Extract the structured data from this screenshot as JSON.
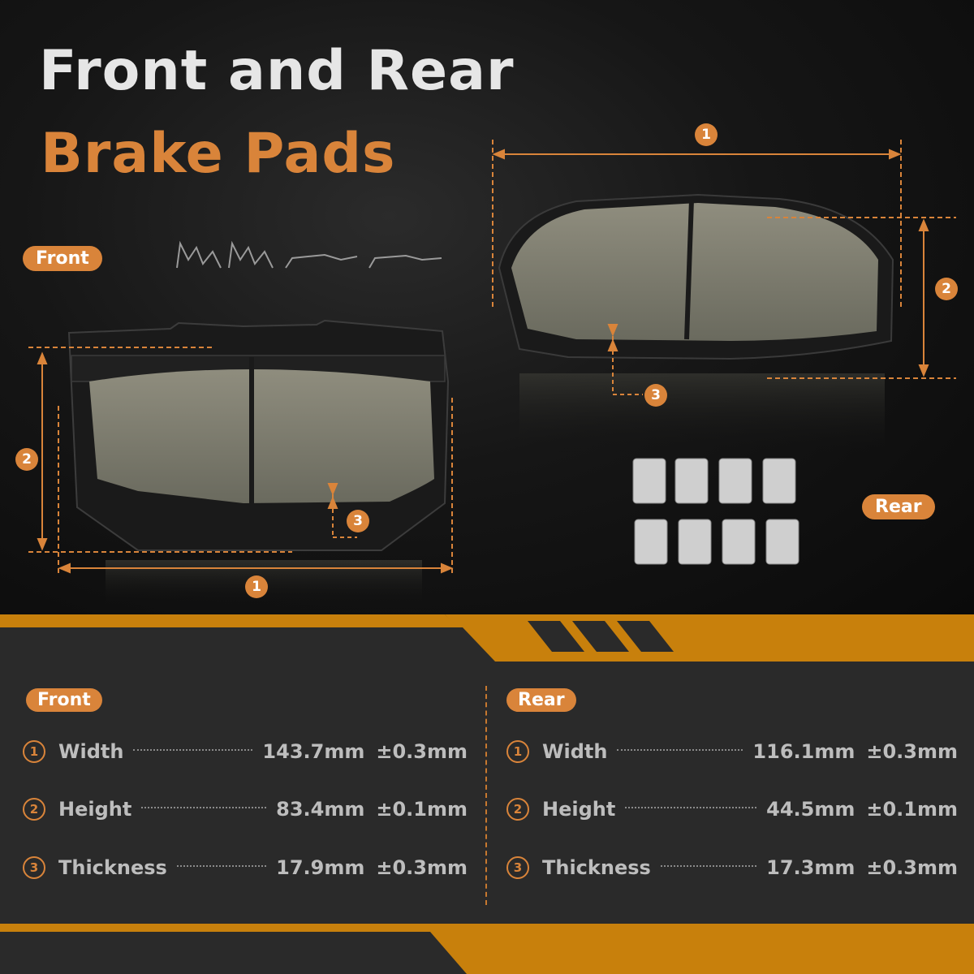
{
  "title": {
    "line1": "Front and Rear",
    "line2": "Brake Pads"
  },
  "labels": {
    "front": "Front",
    "rear": "Rear"
  },
  "markers": {
    "one": "1",
    "two": "2",
    "three": "3"
  },
  "specs": {
    "front": {
      "title": "Front",
      "rows": [
        {
          "num": "1",
          "label": "Width",
          "value": "143.7mm",
          "tolerance": "±0.3mm"
        },
        {
          "num": "2",
          "label": "Height",
          "value": "83.4mm",
          "tolerance": "±0.1mm"
        },
        {
          "num": "3",
          "label": "Thickness",
          "value": "17.9mm",
          "tolerance": "±0.3mm"
        }
      ]
    },
    "rear": {
      "title": "Rear",
      "rows": [
        {
          "num": "1",
          "label": "Width",
          "value": "116.1mm",
          "tolerance": "±0.3mm"
        },
        {
          "num": "2",
          "label": "Height",
          "value": "44.5mm",
          "tolerance": "±0.1mm"
        },
        {
          "num": "3",
          "label": "Thickness",
          "value": "17.3mm",
          "tolerance": "±0.3mm"
        }
      ]
    }
  },
  "colors": {
    "accent": "#d9843a",
    "background": "#0e0e0e",
    "panel": "#2a2a2a"
  }
}
